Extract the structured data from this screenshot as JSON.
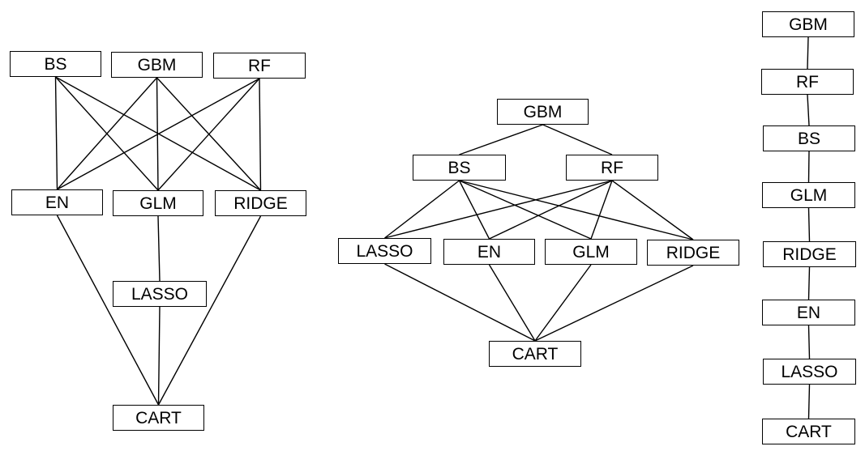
{
  "style": {
    "line_color": "#000000",
    "box_border_color": "#000000",
    "box_fill": "#ffffff",
    "text_color": "#000000"
  },
  "diagrams": [
    {
      "id": "left",
      "nodes": [
        {
          "id": "bs",
          "label": "BS"
        },
        {
          "id": "gbm",
          "label": "GBM"
        },
        {
          "id": "rf",
          "label": "RF"
        },
        {
          "id": "en",
          "label": "EN"
        },
        {
          "id": "glm",
          "label": "GLM"
        },
        {
          "id": "ridge",
          "label": "RIDGE"
        },
        {
          "id": "lasso",
          "label": "LASSO"
        },
        {
          "id": "cart",
          "label": "CART"
        }
      ],
      "edges": [
        [
          "bs",
          "en"
        ],
        [
          "bs",
          "glm"
        ],
        [
          "bs",
          "ridge"
        ],
        [
          "gbm",
          "en"
        ],
        [
          "gbm",
          "glm"
        ],
        [
          "gbm",
          "ridge"
        ],
        [
          "rf",
          "en"
        ],
        [
          "rf",
          "glm"
        ],
        [
          "rf",
          "ridge"
        ],
        [
          "en",
          "cart"
        ],
        [
          "glm",
          "lasso"
        ],
        [
          "lasso",
          "cart"
        ],
        [
          "ridge",
          "cart"
        ]
      ]
    },
    {
      "id": "middle",
      "nodes": [
        {
          "id": "gbm",
          "label": "GBM"
        },
        {
          "id": "bs",
          "label": "BS"
        },
        {
          "id": "rf",
          "label": "RF"
        },
        {
          "id": "lasso",
          "label": "LASSO"
        },
        {
          "id": "en",
          "label": "EN"
        },
        {
          "id": "glm",
          "label": "GLM"
        },
        {
          "id": "ridge",
          "label": "RIDGE"
        },
        {
          "id": "cart",
          "label": "CART"
        }
      ],
      "edges": [
        [
          "gbm",
          "bs"
        ],
        [
          "gbm",
          "rf"
        ],
        [
          "bs",
          "lasso"
        ],
        [
          "bs",
          "en"
        ],
        [
          "bs",
          "glm"
        ],
        [
          "bs",
          "ridge"
        ],
        [
          "rf",
          "lasso"
        ],
        [
          "rf",
          "en"
        ],
        [
          "rf",
          "glm"
        ],
        [
          "rf",
          "ridge"
        ],
        [
          "lasso",
          "cart"
        ],
        [
          "en",
          "cart"
        ],
        [
          "glm",
          "cart"
        ],
        [
          "ridge",
          "cart"
        ]
      ]
    },
    {
      "id": "right",
      "nodes": [
        {
          "id": "gbm",
          "label": "GBM"
        },
        {
          "id": "rf",
          "label": "RF"
        },
        {
          "id": "bs",
          "label": "BS"
        },
        {
          "id": "glm",
          "label": "GLM"
        },
        {
          "id": "ridge",
          "label": "RIDGE"
        },
        {
          "id": "en",
          "label": "EN"
        },
        {
          "id": "lasso",
          "label": "LASSO"
        },
        {
          "id": "cart",
          "label": "CART"
        }
      ],
      "edges": [
        [
          "gbm",
          "rf"
        ],
        [
          "rf",
          "bs"
        ],
        [
          "bs",
          "glm"
        ],
        [
          "glm",
          "ridge"
        ],
        [
          "ridge",
          "en"
        ],
        [
          "en",
          "lasso"
        ],
        [
          "lasso",
          "cart"
        ]
      ]
    }
  ]
}
